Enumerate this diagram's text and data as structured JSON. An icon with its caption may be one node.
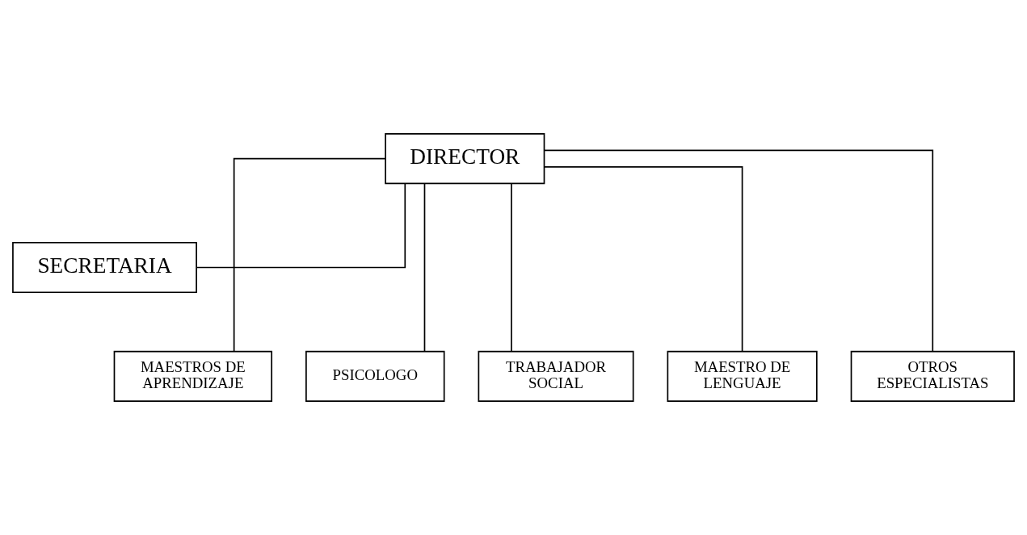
{
  "diagram": {
    "nodes": [
      {
        "text": [
          "DIRECTOR"
        ]
      },
      {
        "text": [
          "SECRETARIA"
        ]
      },
      {
        "text": [
          "MAESTROS DE APRENDIZAJE"
        ]
      },
      {
        "text": [
          "PSICOLOGO"
        ]
      },
      {
        "text": [
          "TRABAJADOR SOCIAL"
        ]
      },
      {
        "text": [
          "MAESTRO DE LENGUAJE"
        ]
      },
      {
        "text": [
          "OTROS ESPECIALISTAS"
        ]
      }
    ],
    "edges": [
      {
        "from": 0,
        "to": 1,
        "arrow": "none"
      },
      {
        "from": 0,
        "to": 2,
        "arrow": "none"
      },
      {
        "from": 0,
        "to": 3,
        "arrow": "none"
      },
      {
        "from": 0,
        "to": 4,
        "arrow": "none"
      },
      {
        "from": 0,
        "to": 5,
        "arrow": "none"
      },
      {
        "from": 0,
        "to": 6,
        "arrow": "none"
      }
    ]
  }
}
